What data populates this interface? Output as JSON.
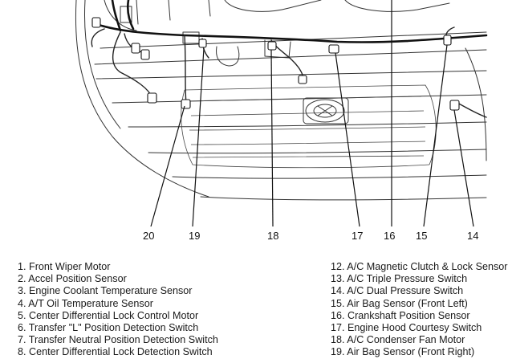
{
  "callouts": [
    "20",
    "19",
    "18",
    "17",
    "16",
    "15",
    "14"
  ],
  "legend_left": [
    "1. Front Wiper Motor",
    "2. Accel Position Sensor",
    "3. Engine Coolant Temperature Sensor",
    "4. A/T Oil Temperature Sensor",
    "5. Center Differential Lock Control Motor",
    "6. Transfer \"L\" Position Detection Switch",
    "7. Transfer Neutral Position Detection Switch",
    "8. Center Differential Lock Detection Switch"
  ],
  "legend_right": [
    "12. A/C Magnetic Clutch & Lock Sensor",
    "13. A/C Triple Pressure Switch",
    "14. A/C Dual Pressure Switch",
    "15. Air Bag Sensor (Front Left)",
    "16. Crankshaft Position Sensor",
    "17. Engine Hood Courtesy Switch",
    "18. A/C Condenser Fan Motor",
    "19. Air Bag Sensor (Front Right)"
  ]
}
